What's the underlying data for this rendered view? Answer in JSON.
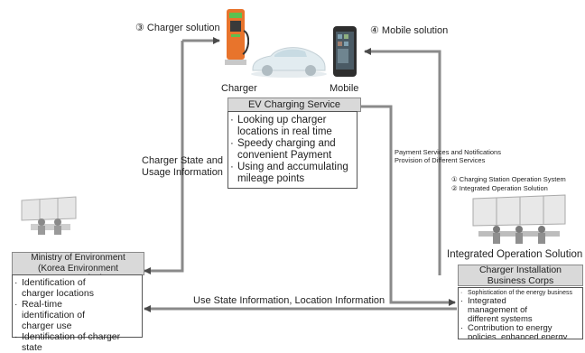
{
  "labels": {
    "charger_solution": "③ Charger solution",
    "mobile_solution": "④ Mobile solution",
    "charger": "Charger",
    "mobile": "Mobile",
    "charger_state": "Charger State and\nUsage Information",
    "payment": "Payment Services and Notifications\nProvision of Different Services",
    "use_state": "Use State Information, Location Information"
  },
  "ev_operator": {
    "title": "EV Charging Service Operator",
    "items": [
      "Looking up charger locations in real time",
      "Speedy charging and convenient Payment",
      "Using and accumulating mileage points"
    ]
  },
  "ministry": {
    "title_line1": "Ministry of Environment",
    "title_line2": "(Korea Environment Corporation)",
    "items": [
      "Identification of charger locations",
      "Real-time identification of charger use",
      "Identification of charger state"
    ]
  },
  "integrated": {
    "item1": "① Charging Station Operation System",
    "item2": "② Integrated Operation Solution",
    "title": "Integrated Operation Solution"
  },
  "corps": {
    "title_line1": "Charger Installation",
    "title_line2": "Business Corps",
    "items": [
      "Sophistication of the energy business",
      "Integrated management of different systems",
      "Contribution to energy policies, enhanced energy efficiency"
    ]
  },
  "colors": {
    "charger_orange": "#e8742c",
    "charger_green": "#5cc050",
    "box_header_gray": "#d9d9d9",
    "line_gray": "#7a7a7a"
  }
}
